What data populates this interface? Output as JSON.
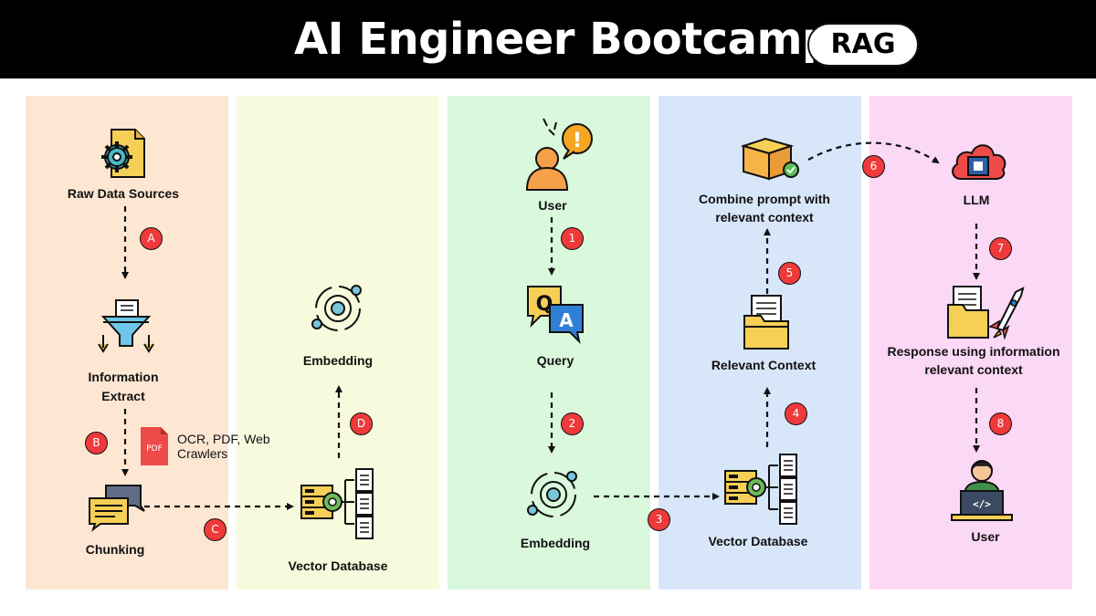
{
  "header": {
    "title": "AI Engineer Bootcamp",
    "badge": "RAG"
  },
  "colors": {
    "panel_ingest": "#fde7d3",
    "panel_embed": "#f7fadc",
    "panel_query": "#d9f8dc",
    "panel_db": "#d8e6fa",
    "panel_llm": "#fbd8f5",
    "badge_red": "#f0393a"
  },
  "nodes": {
    "raw_data_sources": "Raw Data Sources",
    "information_extract": [
      "Information",
      "Extract"
    ],
    "pdf_note": "OCR, PDF, Web Crawlers",
    "chunking": "Chunking",
    "embedding_left": "Embedding",
    "vector_database_left": "Vector Database",
    "user_top": "User",
    "query": "Query",
    "embedding_mid": "Embedding",
    "vector_database_right": "Vector Database",
    "relevant_context": "Relevant Context",
    "combine_prompt": [
      "Combine prompt with",
      "relevant context"
    ],
    "llm": "LLM",
    "response": [
      "Response using information",
      "relevant context"
    ],
    "user_bottom": "User"
  },
  "steps": [
    "A",
    "B",
    "C",
    "D",
    "1",
    "2",
    "3",
    "4",
    "5",
    "6",
    "7",
    "8"
  ],
  "icons": {
    "pdf_badge": "PDF",
    "query_q": "Q",
    "query_a": "A",
    "alert": "!",
    "code": "</>"
  }
}
